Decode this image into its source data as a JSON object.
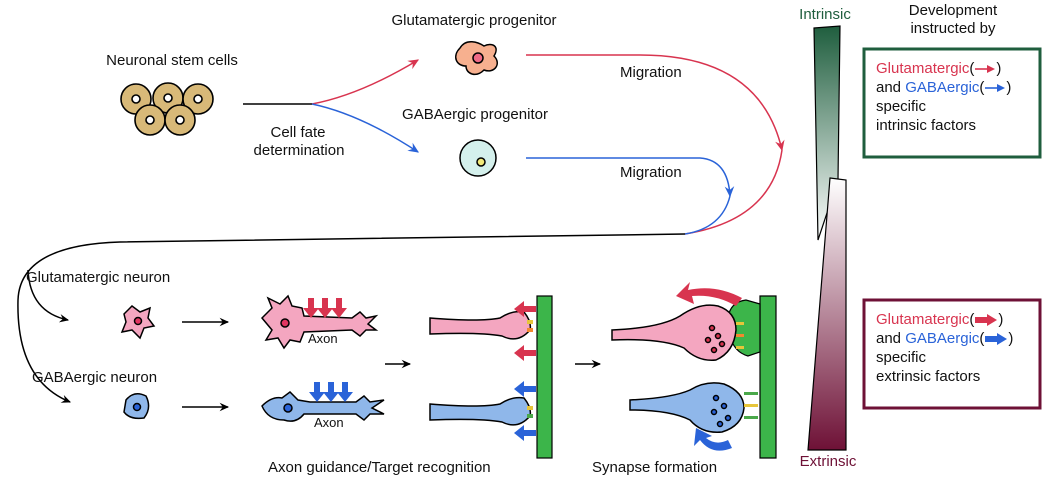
{
  "labels": {
    "stem_cells": "Neuronal stem cells",
    "glu_progenitor": "Glutamatergic progenitor",
    "gaba_progenitor": "GABAergic progenitor",
    "cell_fate_1": "Cell fate",
    "cell_fate_2": "determination",
    "migration_1": "Migration",
    "migration_2": "Migration",
    "glu_neuron": "Glutamatergic neuron",
    "gaba_neuron": "GABAergic neuron",
    "axon_1": "Axon",
    "axon_2": "Axon",
    "axon_guidance": "Axon guidance/Target recognition",
    "synapse_formation": "Synapse formation",
    "intrinsic": "Intrinsic",
    "extrinsic": "Extrinsic",
    "development_1": "Development",
    "development_2": "instructed by"
  },
  "intrinsic_box": {
    "glu_word": "Glutamatergic",
    "paren_open": "(",
    "paren_close": ")",
    "and_word": "and",
    "gaba_word": "GABAergic",
    "line3": "specific",
    "line4": "intrinsic factors"
  },
  "extrinsic_box": {
    "glu_word": "Glutamatergic",
    "paren_open": "(",
    "paren_close": ")",
    "and_word": "and",
    "gaba_word": "GABAergic",
    "line3": "specific",
    "line4": "extrinsic factors"
  },
  "colors": {
    "glutamatergic": "#d8344f",
    "gabaergic": "#2a63d8",
    "intrinsic": "#1f5e3e",
    "extrinsic": "#6e1136",
    "target_cell": "#3cb54a"
  }
}
